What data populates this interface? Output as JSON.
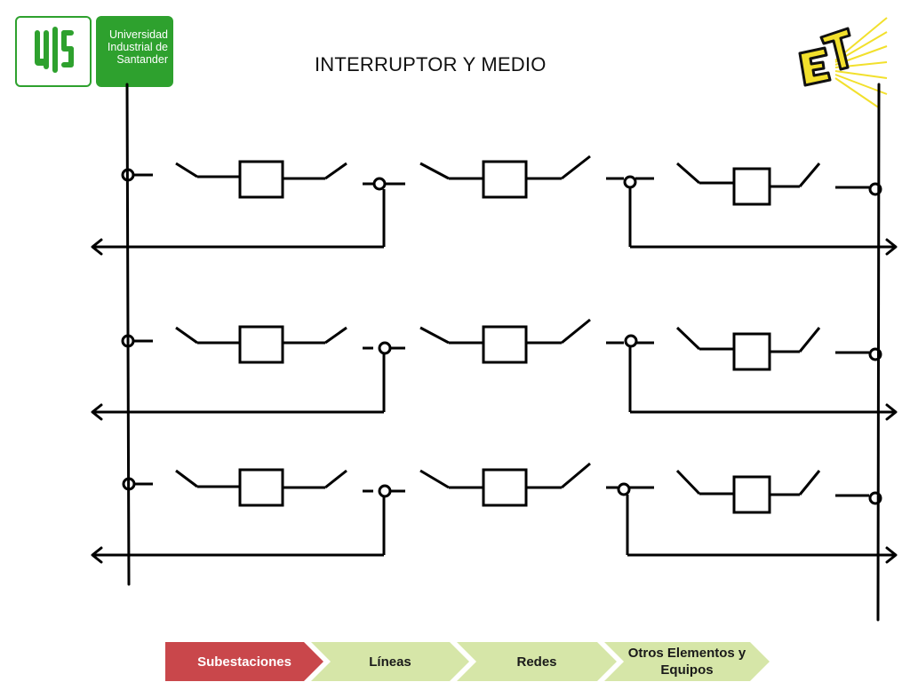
{
  "title": "INTERRUPTOR Y MEDIO",
  "logos": {
    "uis": {
      "lines": [
        "Universidad",
        "Industrial de",
        "Santander"
      ],
      "color": "#2ea12e"
    },
    "et": {
      "color": "#f2e02c"
    }
  },
  "diagram": {
    "description_free": true,
    "rows": 3,
    "breakers_per_row": 3,
    "line_color": "#000000"
  },
  "nav": {
    "items": [
      {
        "label": "Subestaciones",
        "active": true
      },
      {
        "label": "Líneas",
        "active": false
      },
      {
        "label": "Redes",
        "active": false
      },
      {
        "label": "Otros Elementos y Equipos",
        "active": false
      }
    ],
    "active_color": "#c9474b",
    "inactive_color": "#d6e6a8"
  }
}
